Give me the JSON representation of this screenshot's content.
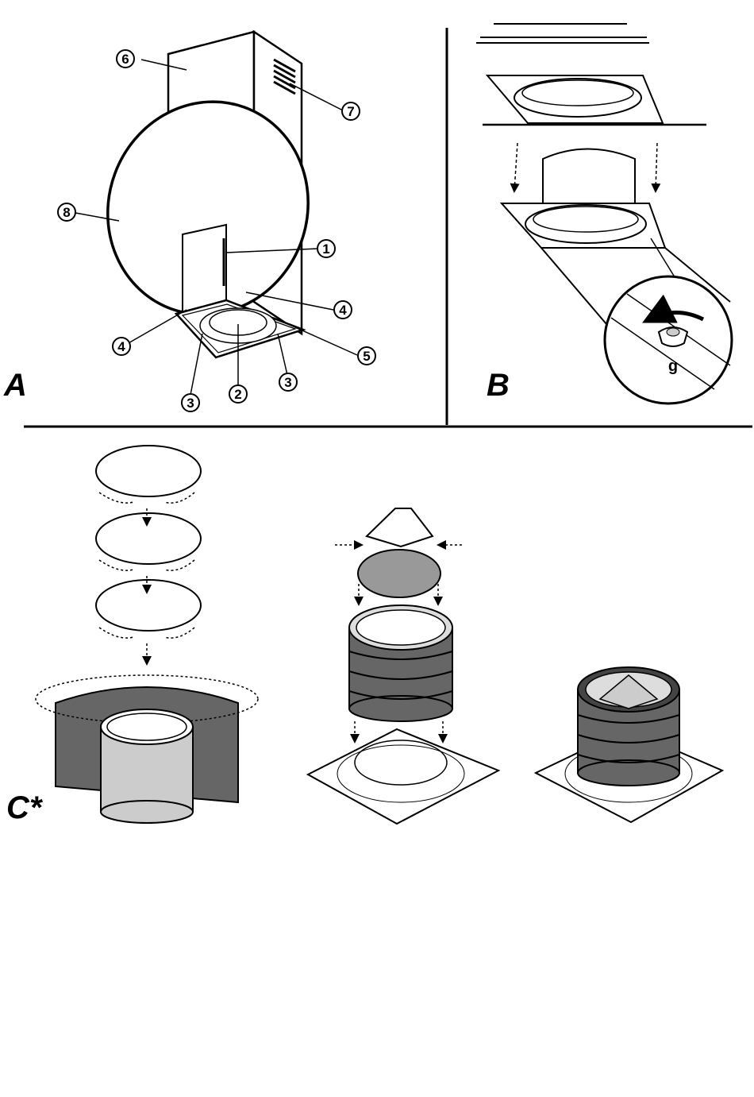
{
  "panels": {
    "a": {
      "label": "A"
    },
    "b": {
      "label": "B",
      "detail_label": "g"
    },
    "c": {
      "label": "C*"
    }
  },
  "callouts": {
    "n1": "1",
    "n2": "2",
    "n3a": "3",
    "n3b": "3",
    "n4a": "4",
    "n4b": "4",
    "n5": "5",
    "n6": "6",
    "n7": "7",
    "n8": "8"
  }
}
